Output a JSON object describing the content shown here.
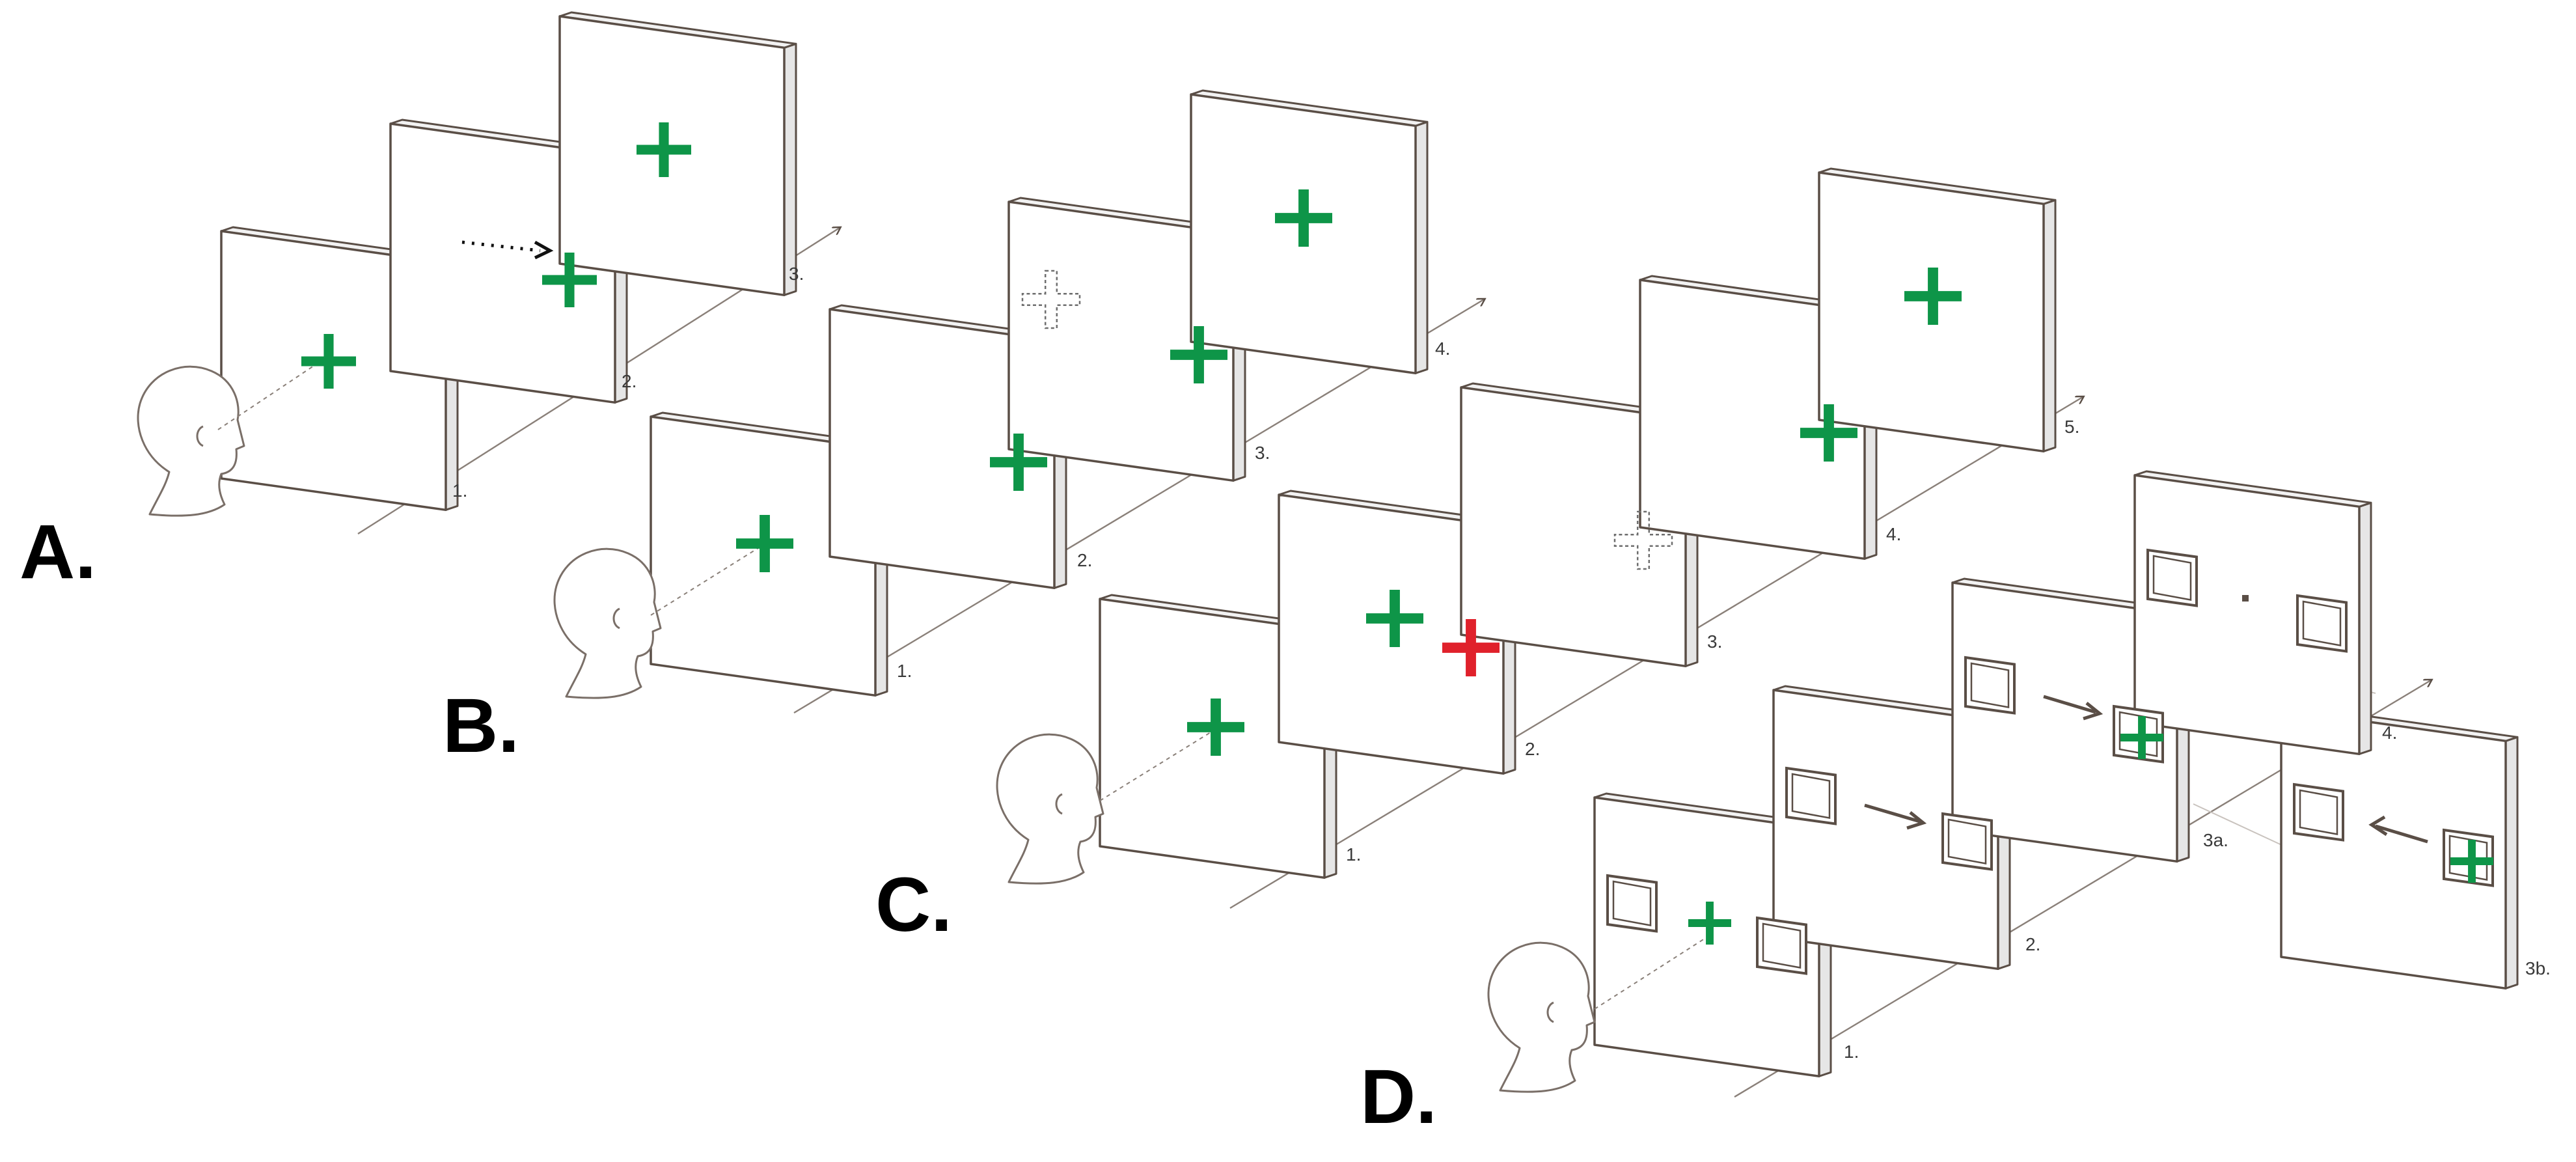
{
  "colors": {
    "target_green": "#0e9548",
    "distractor_red": "#e0212b",
    "line": "#5a4e46",
    "screen_face": "#ffffff",
    "screen_side": "#e6e6e6",
    "head_stroke": "#7a6f68"
  },
  "panels": {
    "a": {
      "label": "A.",
      "steps": [
        "1.",
        "2.",
        "3."
      ]
    },
    "b": {
      "label": "B.",
      "steps": [
        "1.",
        "2.",
        "3.",
        "4."
      ]
    },
    "c": {
      "label": "C.",
      "steps": [
        "1.",
        "2.",
        "3.",
        "4.",
        "5."
      ]
    },
    "d": {
      "label": "D.",
      "steps": [
        "1.",
        "2.",
        "3a.",
        "3b.",
        "4."
      ]
    }
  }
}
